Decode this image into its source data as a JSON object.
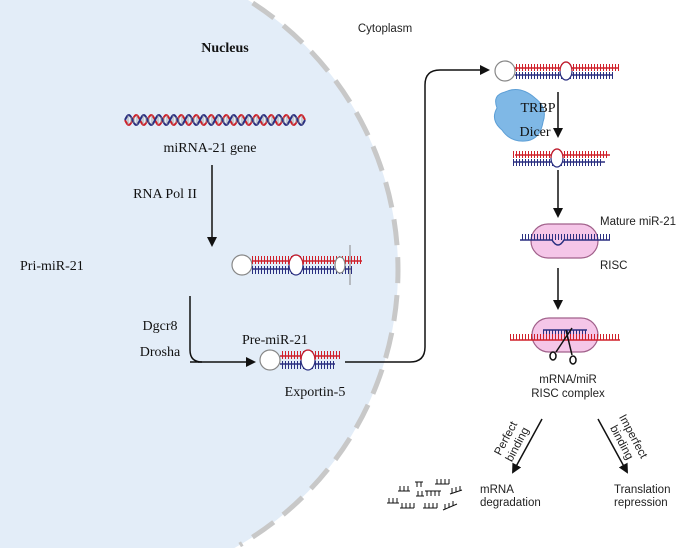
{
  "labels": {
    "nucleus": "Nucleus",
    "cytoplasm": "Cytoplasm",
    "gene": "miRNA-21 gene",
    "rna_pol": "RNA Pol II",
    "pri": "Pri-miR-21",
    "dgcr8": "Dgcr8",
    "drosha": "Drosha",
    "pre": "Pre-miR-21",
    "exportin": "Exportin-5",
    "trbp": "TRBP",
    "dicer": "Dicer",
    "mature": "Mature miR-21",
    "risc": "RISC",
    "complex_1": "mRNA/miR",
    "complex_2": "RISC complex",
    "perfect_1": "Perfect",
    "perfect_2": "binding",
    "imperfect_1": "Imperfect",
    "imperfect_2": "binding",
    "degradation_1": "mRNA",
    "degradation_2": "degradation",
    "translation_1": "Translation",
    "translation_2": "repression"
  },
  "colors": {
    "nucleus_fill": "#e3edf8",
    "membrane": "#c8c8c8",
    "guide_strand": "#d0202a",
    "passenger_strand": "#2a2f80",
    "risc_fill": "#f5c6e8",
    "risc_stroke": "#a0608a",
    "dicer_fill": "#7fb8e6"
  }
}
